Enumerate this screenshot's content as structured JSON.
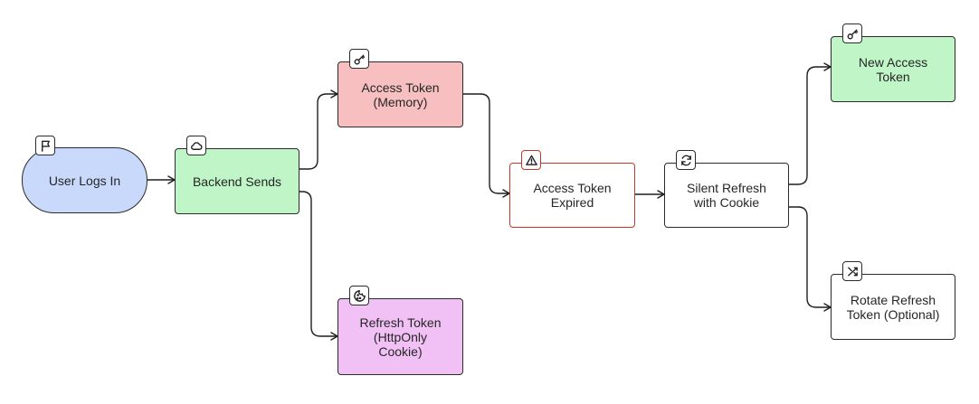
{
  "colors": {
    "start": "#c9d9fb",
    "green": "#c0f5c8",
    "red": "#f7bfbf",
    "purple": "#f1c0f4",
    "white": "#ffffff",
    "alert_border": "#c0392b",
    "stroke": "#2b2b2b"
  },
  "nodes": [
    {
      "id": "user-logs-in",
      "label": "User Logs In",
      "icon": "flag-icon"
    },
    {
      "id": "backend-sends",
      "label": "Backend Sends",
      "icon": "cloud-icon"
    },
    {
      "id": "access-token-memory",
      "label": "Access Token\n(Memory)",
      "icon": "key-icon"
    },
    {
      "id": "refresh-token-cookie",
      "label": "Refresh Token\n(HttpOnly\nCookie)",
      "icon": "cookie-icon"
    },
    {
      "id": "access-token-expired",
      "label": "Access Token\nExpired",
      "icon": "alert-triangle-icon"
    },
    {
      "id": "silent-refresh",
      "label": "Silent Refresh\nwith Cookie",
      "icon": "refresh-icon"
    },
    {
      "id": "new-access-token",
      "label": "New Access\nToken",
      "icon": "key-icon"
    },
    {
      "id": "rotate-refresh-token",
      "label": "Rotate Refresh\nToken (Optional)",
      "icon": "shuffle-icon"
    }
  ],
  "edges": [
    {
      "from": "user-logs-in",
      "to": "backend-sends"
    },
    {
      "from": "backend-sends",
      "to": "access-token-memory"
    },
    {
      "from": "backend-sends",
      "to": "refresh-token-cookie"
    },
    {
      "from": "access-token-memory",
      "to": "access-token-expired"
    },
    {
      "from": "access-token-expired",
      "to": "silent-refresh"
    },
    {
      "from": "silent-refresh",
      "to": "new-access-token"
    },
    {
      "from": "silent-refresh",
      "to": "rotate-refresh-token"
    }
  ]
}
